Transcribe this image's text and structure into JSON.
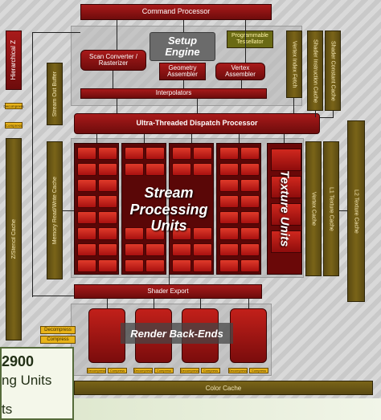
{
  "blocks": {
    "command_processor": "Command Processor",
    "setup_engine": "Setup Engine",
    "programmable_tessellator": "Programmable Tessellator",
    "scan_converter": "Scan Converter / Rasterizer",
    "geometry_assembler": "Geometry Assembler",
    "vertex_assembler": "Vertex Assembler",
    "interpolators": "Interpolators",
    "hierarchical_z": "Hierarchical Z",
    "vertex_index_fetch": "Vertex Index Fetch",
    "shader_instruction_cache": "Shader Instruction Cache",
    "shader_constant_cache": "Shader Constant Cache",
    "stream_out_buffer": "Stream Out Buffer",
    "dispatch_processor": "Ultra-Threaded Dispatch Processor",
    "memory_rw_cache": "Memory Read/Write Cache",
    "stream_processing_units": "Stream Processing Units",
    "texture_units": "Texture Units",
    "vertex_cache": "Vertex Cache",
    "l1_texture_cache": "L1 Texture Cache",
    "l2_texture_cache": "L2 Texture Cache",
    "z_stencil_cache": "Z/Stencil Cache",
    "shader_export": "Shader Export",
    "render_back_ends": "Render Back-Ends",
    "color_cache": "Color Cache",
    "decompress": "Decompress",
    "compress": "Compress",
    "small_decompress": "Decompress",
    "small_compress": "Compress"
  },
  "caption": {
    "line1": "2900",
    "line2": "ng Units",
    "line3": "ts"
  },
  "colors": {
    "red_block": "#a81a1a",
    "olive_cache": "#6e5a16",
    "gold_mini": "#e8b31a",
    "panel_gray": "#b4b4b4"
  }
}
